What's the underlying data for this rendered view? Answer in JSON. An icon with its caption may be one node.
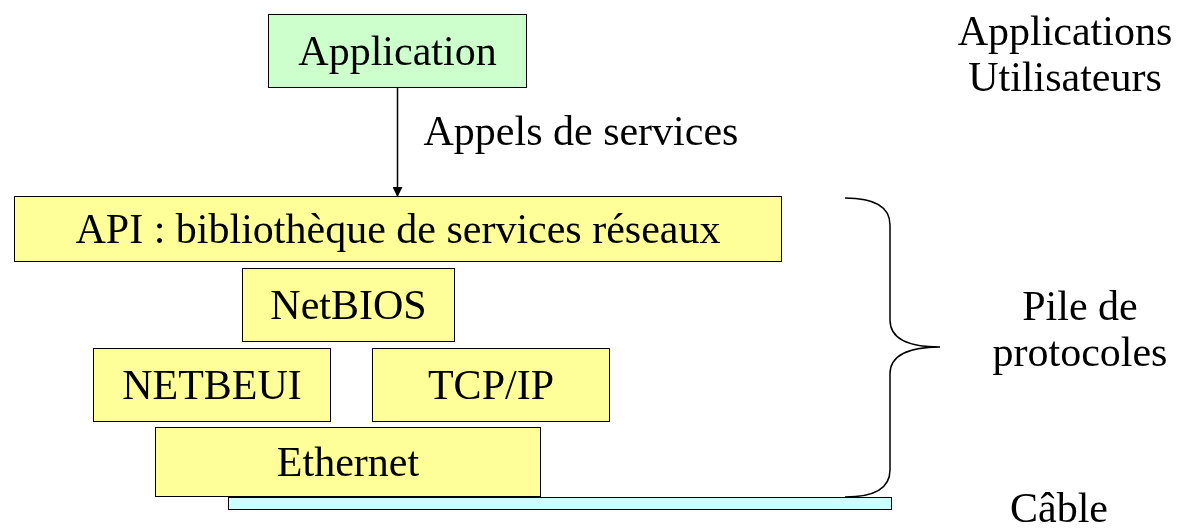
{
  "diagram": {
    "nodes": [
      {
        "text": [
          "Application"
        ]
      },
      {
        "text": [
          "API : bibliothèque de services réseaux"
        ]
      },
      {
        "text": [
          "NetBIOS"
        ]
      },
      {
        "text": [
          "NETBEUI"
        ]
      },
      {
        "text": [
          "TCP/IP"
        ]
      },
      {
        "text": [
          "Ethernet"
        ]
      },
      {
        "text": [],
        "shape": "bar",
        "beside": [
          "Câble"
        ]
      }
    ],
    "edges": [
      {
        "from": 0,
        "to": 1,
        "arrow": "to",
        "label": "Appels de services"
      }
    ],
    "labels": [
      "Applications Utilisateurs",
      "Pile de protocoles"
    ]
  }
}
